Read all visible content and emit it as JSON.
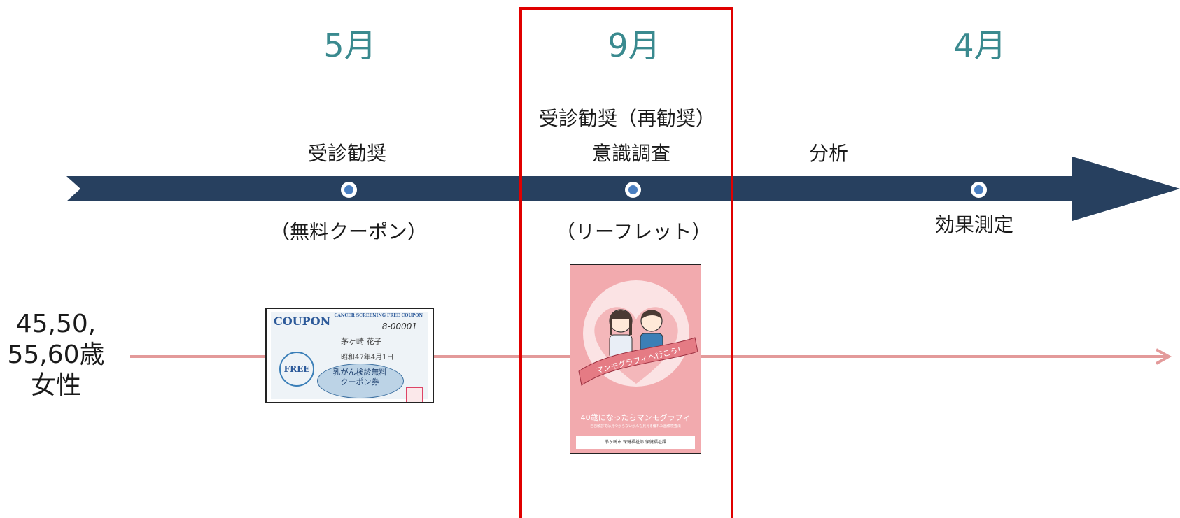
{
  "months": [
    "5月",
    "9月",
    "4月"
  ],
  "above_line": {
    "may": "受診勧奨",
    "sep_line1": "受診勧奨（再勧奨）",
    "sep_line2": "意識調査",
    "analysis": "分析"
  },
  "below_line": {
    "may": "（無料クーポン）",
    "sep": "（リーフレット）",
    "apr": "効果測定"
  },
  "target": {
    "line1": "45,50,",
    "line2": "55,60歳",
    "line3": "女性"
  },
  "coupon": {
    "header": "COUPON",
    "subheader": "CANCER SCREENING FREE COUPON",
    "number": "8-00001",
    "name": "茅ヶ崎 花子",
    "date": "昭和47年4月1日",
    "free": "FREE",
    "oval_line1": "乳がん検診無料",
    "oval_line2": "クーポン券"
  },
  "leaflet": {
    "banner": "マンモグラフィへ行こう!",
    "title": "40歳になったらマンモグラフィ",
    "subtitle": "自己触診では見つからないがんも見える優れた画像検査法",
    "footer": "茅ヶ崎市 保健福祉部 保健福祉課"
  },
  "colors": {
    "timeline": "#27405f",
    "month": "#3a8a8f",
    "dot": "#4a7fc1",
    "highlight": "#e00000",
    "target_line": "#e39a9a",
    "leaflet_bg": "#f2aaae"
  }
}
